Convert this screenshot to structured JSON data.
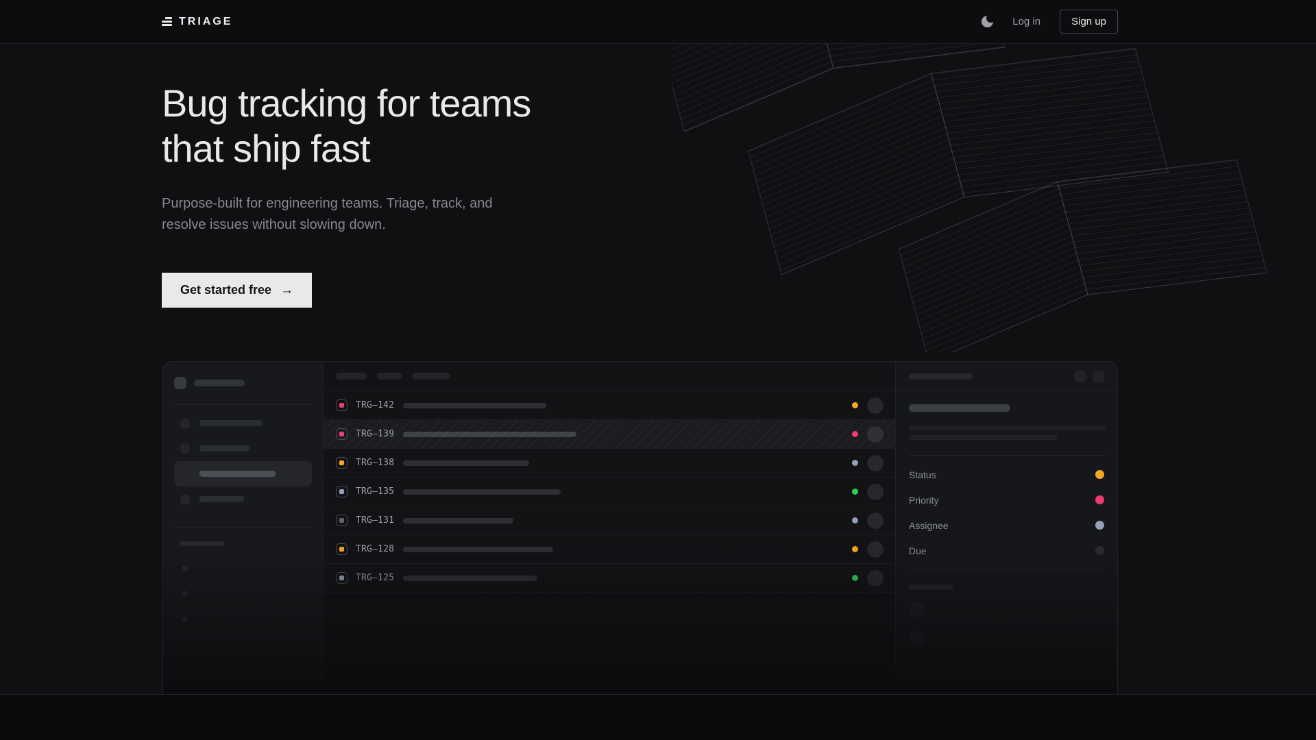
{
  "nav": {
    "brand": "TRIAGE",
    "login_label": "Log in",
    "signup_label": "Sign up"
  },
  "hero": {
    "title_line1": "Bug tracking for teams",
    "title_line2": "that ship fast",
    "subtitle_line1": "Purpose-built for engineering teams. Triage, track, and",
    "subtitle_line2": "resolve issues without slowing down.",
    "cta_label": "Get started free",
    "cta_arrow": "→"
  },
  "palette": {
    "pink": "#ee3a6f",
    "amber": "#f6a723",
    "green": "#2bd15b",
    "slate": "#93a0b8",
    "gray": "#62656b",
    "muted": "#2a2c31",
    "cta_bg": "#e9e9e7"
  },
  "mockup": {
    "sidebar_items": [
      {
        "width": 92,
        "active": false
      },
      {
        "width": 73,
        "active": false
      },
      {
        "width": 111,
        "active": true
      },
      {
        "width": 65,
        "active": false
      }
    ],
    "issues": [
      {
        "id": "TRG–142",
        "icon": "pink",
        "status": "amber",
        "title_width": 209,
        "selected": false
      },
      {
        "id": "TRG–139",
        "icon": "pink",
        "status": "pink",
        "title_width": 253,
        "selected": true
      },
      {
        "id": "TRG–138",
        "icon": "amber",
        "status": "slate",
        "title_width": 184,
        "selected": false
      },
      {
        "id": "TRG–135",
        "icon": "slate",
        "status": "green",
        "title_width": 230,
        "selected": false
      },
      {
        "id": "TRG–131",
        "icon": "gray",
        "status": "slate",
        "title_width": 161,
        "selected": false
      },
      {
        "id": "TRG–128",
        "icon": "amber",
        "status": "amber",
        "title_width": 219,
        "selected": false
      },
      {
        "id": "TRG–125",
        "icon": "slate",
        "status": "green",
        "title_width": 196,
        "selected": false
      }
    ],
    "detail_fields": [
      {
        "label": "Status",
        "value_color": "amber"
      },
      {
        "label": "Priority",
        "value_color": "pink"
      },
      {
        "label": "Assignee",
        "value_color": "slate"
      },
      {
        "label": "Due",
        "value_color": "muted"
      }
    ]
  }
}
